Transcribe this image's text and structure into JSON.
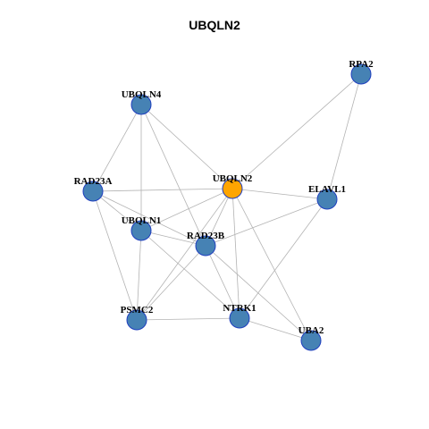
{
  "title": "UBQLN2",
  "colors": {
    "center": "#FFA500",
    "neighbor": "#4682B4",
    "edge": "#B3B3B3",
    "border": "#1F3FBF"
  },
  "nodes": [
    {
      "id": "UBQLN2",
      "label": "UBQLN2",
      "role": "center"
    },
    {
      "id": "RPA2",
      "label": "RPA2",
      "role": "neighbor"
    },
    {
      "id": "UBQLN4",
      "label": "UBQLN4",
      "role": "neighbor"
    },
    {
      "id": "RAD23A",
      "label": "RAD23A",
      "role": "neighbor"
    },
    {
      "id": "ELAVL1",
      "label": "ELAVL1",
      "role": "neighbor"
    },
    {
      "id": "UBQLN1",
      "label": "UBQLN1",
      "role": "neighbor"
    },
    {
      "id": "RAD23B",
      "label": "RAD23B",
      "role": "neighbor"
    },
    {
      "id": "PSMC2",
      "label": "PSMC2",
      "role": "neighbor"
    },
    {
      "id": "NTRK1",
      "label": "NTRK1",
      "role": "neighbor"
    },
    {
      "id": "UBA2",
      "label": "UBA2",
      "role": "neighbor"
    }
  ],
  "edges": [
    [
      "UBQLN2",
      "RPA2"
    ],
    [
      "RPA2",
      "ELAVL1"
    ],
    [
      "UBQLN2",
      "UBQLN4"
    ],
    [
      "UBQLN2",
      "RAD23A"
    ],
    [
      "UBQLN2",
      "ELAVL1"
    ],
    [
      "UBQLN2",
      "UBQLN1"
    ],
    [
      "UBQLN2",
      "RAD23B"
    ],
    [
      "UBQLN2",
      "PSMC2"
    ],
    [
      "UBQLN2",
      "NTRK1"
    ],
    [
      "UBQLN2",
      "UBA2"
    ],
    [
      "UBQLN4",
      "RAD23A"
    ],
    [
      "UBQLN4",
      "UBQLN1"
    ],
    [
      "UBQLN4",
      "RAD23B"
    ],
    [
      "RAD23A",
      "UBQLN1"
    ],
    [
      "RAD23A",
      "RAD23B"
    ],
    [
      "RAD23A",
      "PSMC2"
    ],
    [
      "UBQLN1",
      "RAD23B"
    ],
    [
      "UBQLN1",
      "PSMC2"
    ],
    [
      "UBQLN1",
      "NTRK1"
    ],
    [
      "RAD23B",
      "ELAVL1"
    ],
    [
      "RAD23B",
      "PSMC2"
    ],
    [
      "RAD23B",
      "NTRK1"
    ],
    [
      "RAD23B",
      "UBA2"
    ],
    [
      "ELAVL1",
      "NTRK1"
    ],
    [
      "PSMC2",
      "NTRK1"
    ],
    [
      "NTRK1",
      "UBA2"
    ]
  ]
}
